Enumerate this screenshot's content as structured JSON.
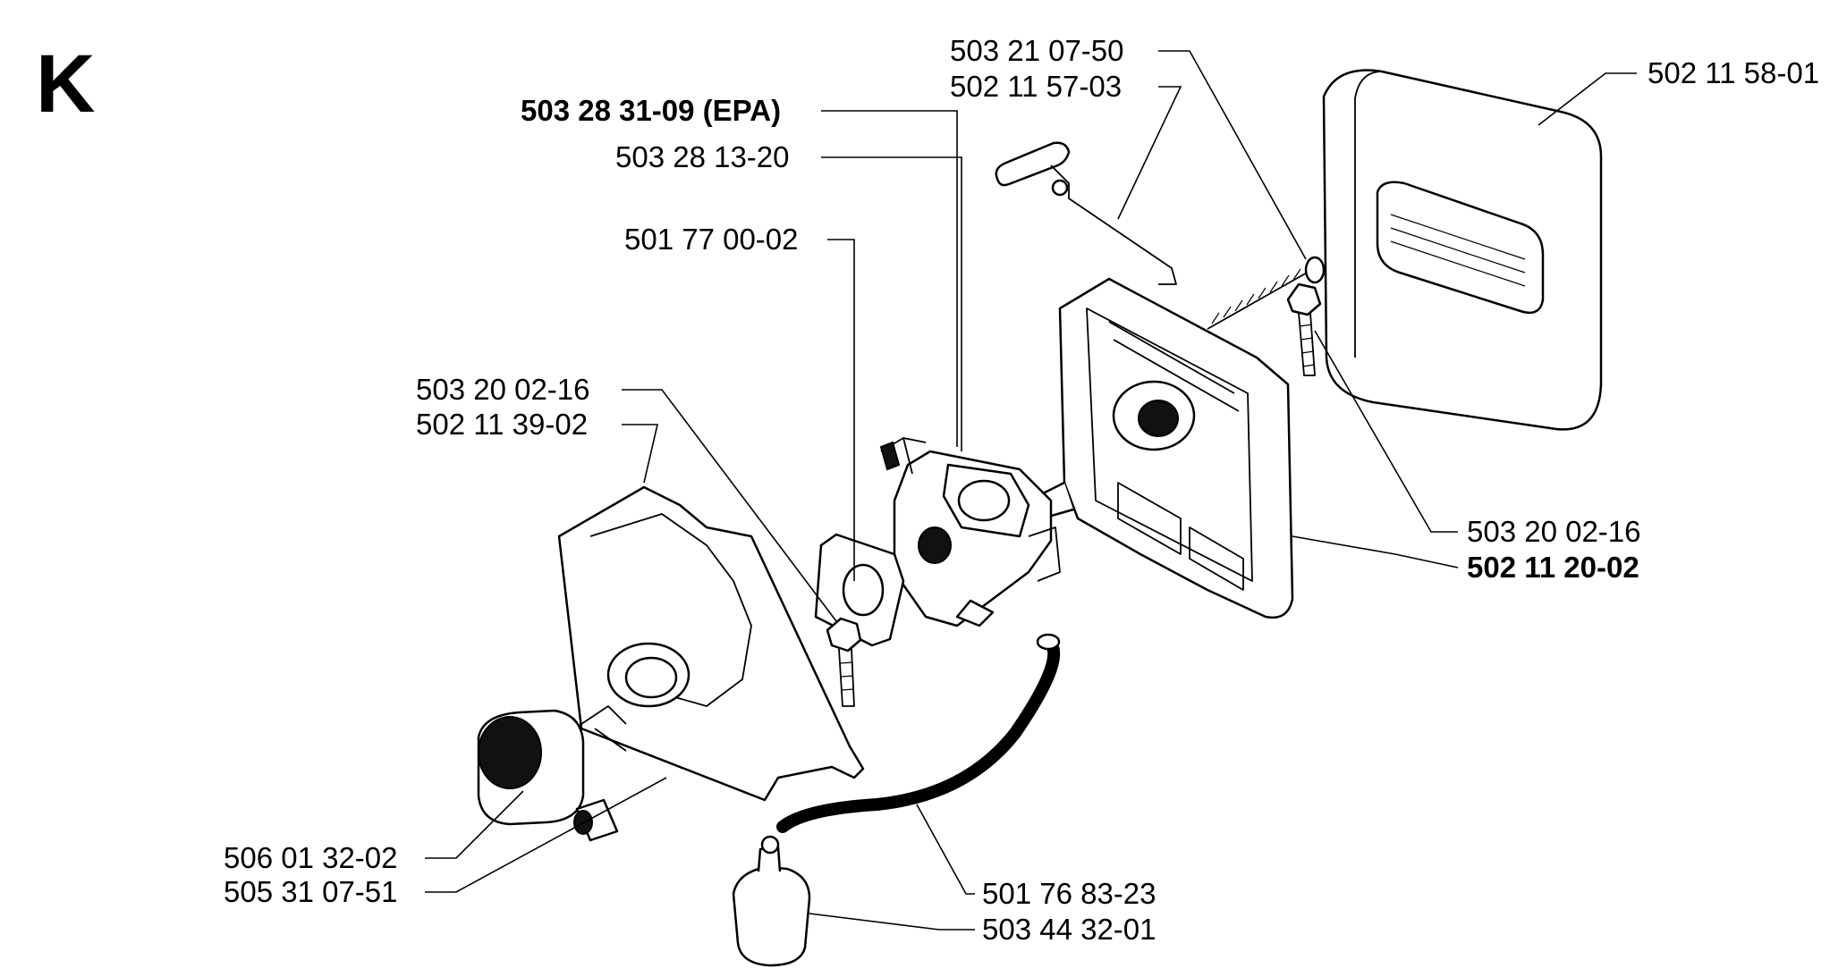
{
  "diagram": {
    "section_letter": "K",
    "labels": [
      {
        "id": "l1",
        "text": "503 21 07-50",
        "bold": false
      },
      {
        "id": "l2",
        "text": "502 11 57-03",
        "bold": false
      },
      {
        "id": "l3",
        "text": "503 28 31-09 (EPA)",
        "bold": true
      },
      {
        "id": "l4",
        "text": "503 28 13-20",
        "bold": false
      },
      {
        "id": "l5",
        "text": "501 77 00-02",
        "bold": false
      },
      {
        "id": "l6",
        "text": "502 11 58-01",
        "bold": false
      },
      {
        "id": "l7",
        "text": "503 20 02-16",
        "bold": false
      },
      {
        "id": "l8",
        "text": "502 11 39-02",
        "bold": false
      },
      {
        "id": "l9",
        "text": "503 20 02-16",
        "bold": false
      },
      {
        "id": "l10",
        "text": "502 11 20-02",
        "bold": true
      },
      {
        "id": "l11",
        "text": "506 01 32-02",
        "bold": false
      },
      {
        "id": "l12",
        "text": "505 31 07-51",
        "bold": false
      },
      {
        "id": "l13",
        "text": "501 76 83-23",
        "bold": false
      },
      {
        "id": "l14",
        "text": "503 44 32-01",
        "bold": false
      }
    ]
  }
}
